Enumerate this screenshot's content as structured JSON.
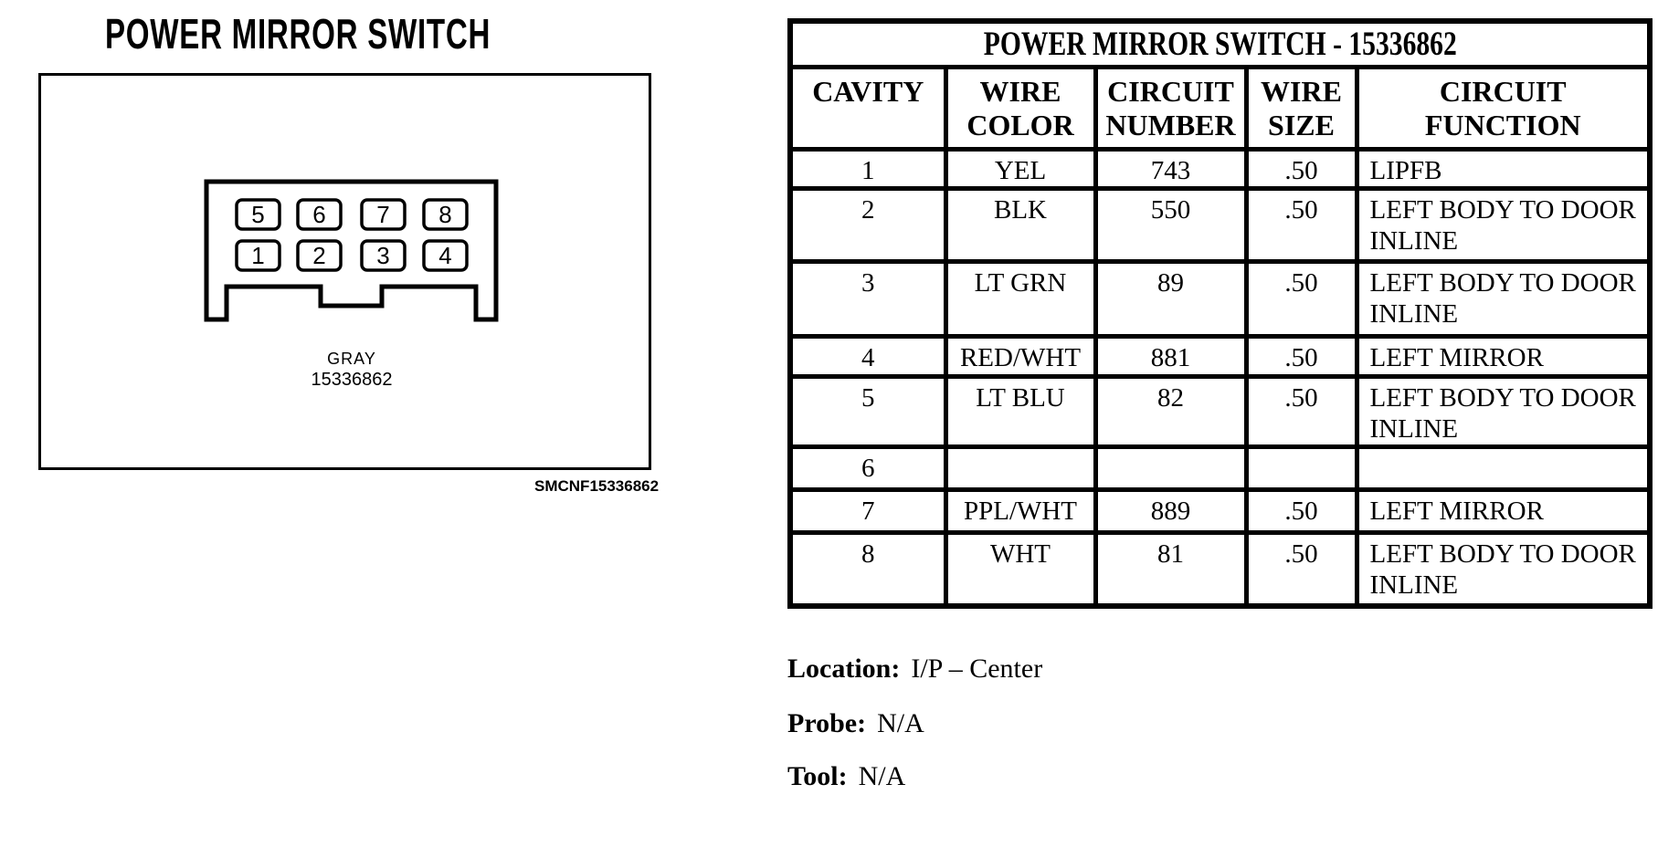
{
  "left_panel": {
    "title": "POWER MIRROR SWITCH",
    "connector": {
      "pins": [
        "5",
        "6",
        "7",
        "8",
        "1",
        "2",
        "3",
        "4"
      ],
      "color_label": "GRAY",
      "part_number": "15336862",
      "figure_code": "SMCNF15336862"
    }
  },
  "table": {
    "title": "POWER MIRROR SWITCH - 15336862",
    "columns": [
      "CAVITY",
      "WIRE\nCOLOR",
      "CIRCUIT\nNUMBER",
      "WIRE\nSIZE",
      "CIRCUIT\nFUNCTION"
    ],
    "rows": [
      {
        "cavity": "1",
        "wire_color": "YEL",
        "circuit_number": "743",
        "wire_size": ".50",
        "circuit_function": "LIPFB"
      },
      {
        "cavity": "2",
        "wire_color": "BLK",
        "circuit_number": "550",
        "wire_size": ".50",
        "circuit_function": "LEFT BODY TO DOOR INLINE"
      },
      {
        "cavity": "3",
        "wire_color": "LT GRN",
        "circuit_number": "89",
        "wire_size": ".50",
        "circuit_function": "LEFT BODY TO DOOR INLINE"
      },
      {
        "cavity": "4",
        "wire_color": "RED/WHT",
        "circuit_number": "881",
        "wire_size": ".50",
        "circuit_function": "LEFT MIRROR"
      },
      {
        "cavity": "5",
        "wire_color": "LT BLU",
        "circuit_number": "82",
        "wire_size": ".50",
        "circuit_function": "LEFT BODY TO DOOR INLINE"
      },
      {
        "cavity": "6",
        "wire_color": "",
        "circuit_number": "",
        "wire_size": "",
        "circuit_function": ""
      },
      {
        "cavity": "7",
        "wire_color": "PPL/WHT",
        "circuit_number": "889",
        "wire_size": ".50",
        "circuit_function": "LEFT MIRROR"
      },
      {
        "cavity": "8",
        "wire_color": "WHT",
        "circuit_number": "81",
        "wire_size": ".50",
        "circuit_function": "LEFT BODY TO DOOR INLINE"
      }
    ]
  },
  "details": [
    {
      "label": "Location:",
      "value": "I/P – Center"
    },
    {
      "label": "Probe:",
      "value": "N/A"
    },
    {
      "label": "Tool:",
      "value": "N/A"
    }
  ],
  "colors": {
    "ink": "#000000",
    "paper": "#ffffff"
  }
}
